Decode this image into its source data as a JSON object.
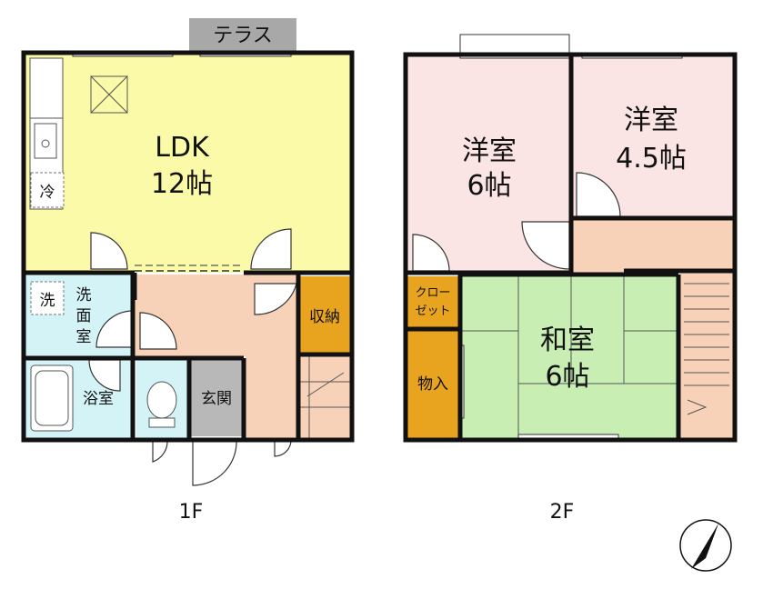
{
  "floor1": {
    "terrace": "テラス",
    "ldk_name": "LDK",
    "ldk_size": "12帖",
    "fridge": "冷",
    "washer": "洗",
    "washroom": [
      "洗",
      "面",
      "室"
    ],
    "storage": "収納",
    "bath": "浴室",
    "entrance": "玄関",
    "floor_label": "1F"
  },
  "floor2": {
    "western1_name": "洋室",
    "western1_size": "6帖",
    "western2_name": "洋室",
    "western2_size": "4.5帖",
    "closet": [
      "クロー",
      "ゼット"
    ],
    "storage": "物入",
    "japanese_name": "和室",
    "japanese_size": "6帖",
    "floor_label": "2F"
  },
  "colors": {
    "ldk": "#fafaa8",
    "western": "#fbe4e4",
    "japanese": "#c8eeb4",
    "hall": "#f7d2b8",
    "wet": "#d4f3f6",
    "storage": "#e8a41e",
    "entrance": "#b8b8b8",
    "terrace": "#a8a8a8",
    "wall": "#111111"
  },
  "compass": "north-arrow-icon"
}
